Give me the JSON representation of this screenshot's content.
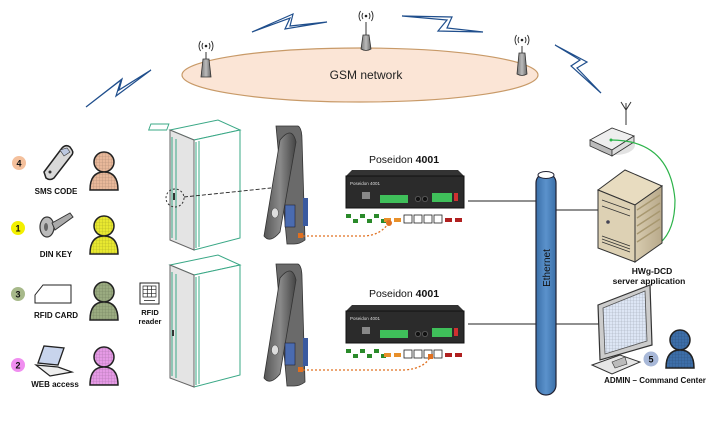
{
  "network": {
    "label": "GSM network"
  },
  "access_methods": [
    {
      "number": "4",
      "label": "SMS CODE",
      "icon": "phone-icon",
      "badge_color": "#f4c09c",
      "user_color": "#e8b89a"
    },
    {
      "number": "1",
      "label": "DIN KEY",
      "icon": "key-icon",
      "badge_color": "#f3f000",
      "user_color": "#e8e830"
    },
    {
      "number": "3",
      "label": "RFID CARD",
      "icon": "card-icon",
      "badge_color": "#a7b98a",
      "user_color": "#9aab80"
    },
    {
      "number": "2",
      "label": "WEB access",
      "icon": "laptop-icon",
      "badge_color": "#f08ef0",
      "user_color": "#e59ae5"
    }
  ],
  "rfid_reader": {
    "line1": "RFID",
    "line2": "reader"
  },
  "devices": [
    {
      "name": "Poseidon",
      "model": "4001",
      "panel_text": "Poseidon 4001"
    },
    {
      "name": "Poseidon",
      "model": "4001",
      "panel_text": "Poseidon 4001"
    }
  ],
  "ethernet": {
    "label": "Ethernet",
    "color": "#4f86c0"
  },
  "server": {
    "line1": "HWg-DCD",
    "line2": "server application"
  },
  "admin": {
    "number": "5",
    "label": "ADMIN – Command Center",
    "badge_color": "#a8b8d8",
    "user_color": "#3d6ea8"
  },
  "colors": {
    "link_orange": "#e07020",
    "gsm_fill": "#fbe5d6",
    "gsm_stroke": "#c89a68",
    "cabinet": "#3aa886",
    "green_link": "#2db34a",
    "bolt": "#1f4e8c"
  }
}
